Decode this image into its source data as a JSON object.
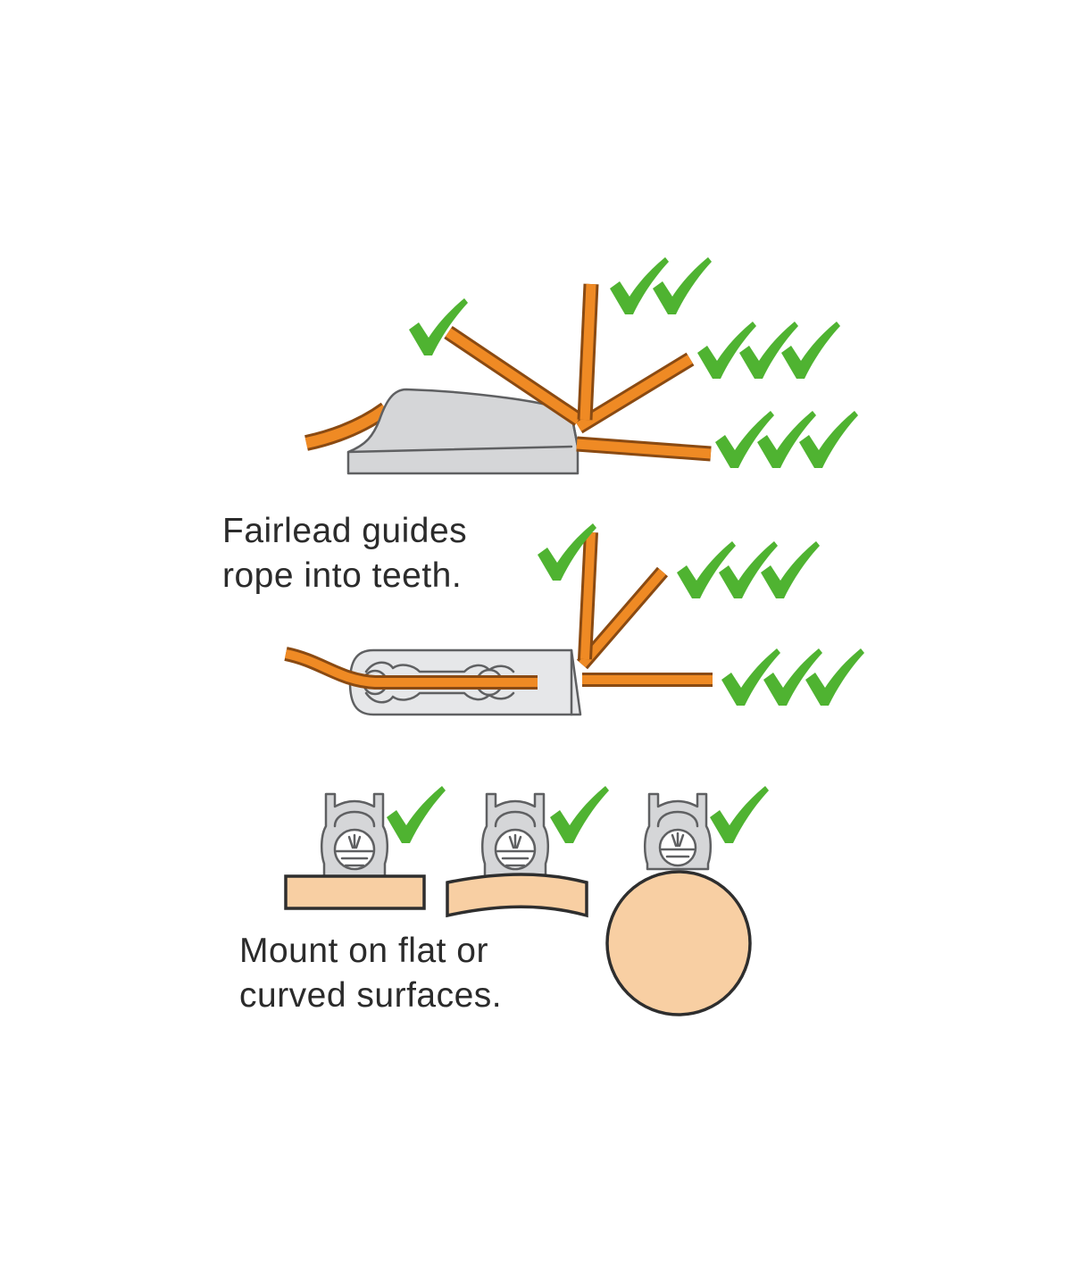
{
  "captions": {
    "fairlead": [
      "Fairlead guides",
      "rope into teeth."
    ],
    "mount": [
      "Mount on flat or",
      "curved surfaces."
    ]
  },
  "ratings": {
    "side_view": [
      1,
      2,
      3,
      3
    ],
    "top_view": [
      1,
      3,
      3
    ],
    "surfaces": [
      1,
      1,
      1
    ]
  },
  "colors": {
    "rope": "#ef8a24",
    "rope_edge": "#8a4a12",
    "tick": "#4fb331",
    "cleat_body": "#d5d6d8",
    "cleat_outline": "#5f6062",
    "surface_wood": "#f8cfa3",
    "caption_text": "#2b2b2b"
  },
  "icons": {
    "rating": "check-mark-icon"
  }
}
